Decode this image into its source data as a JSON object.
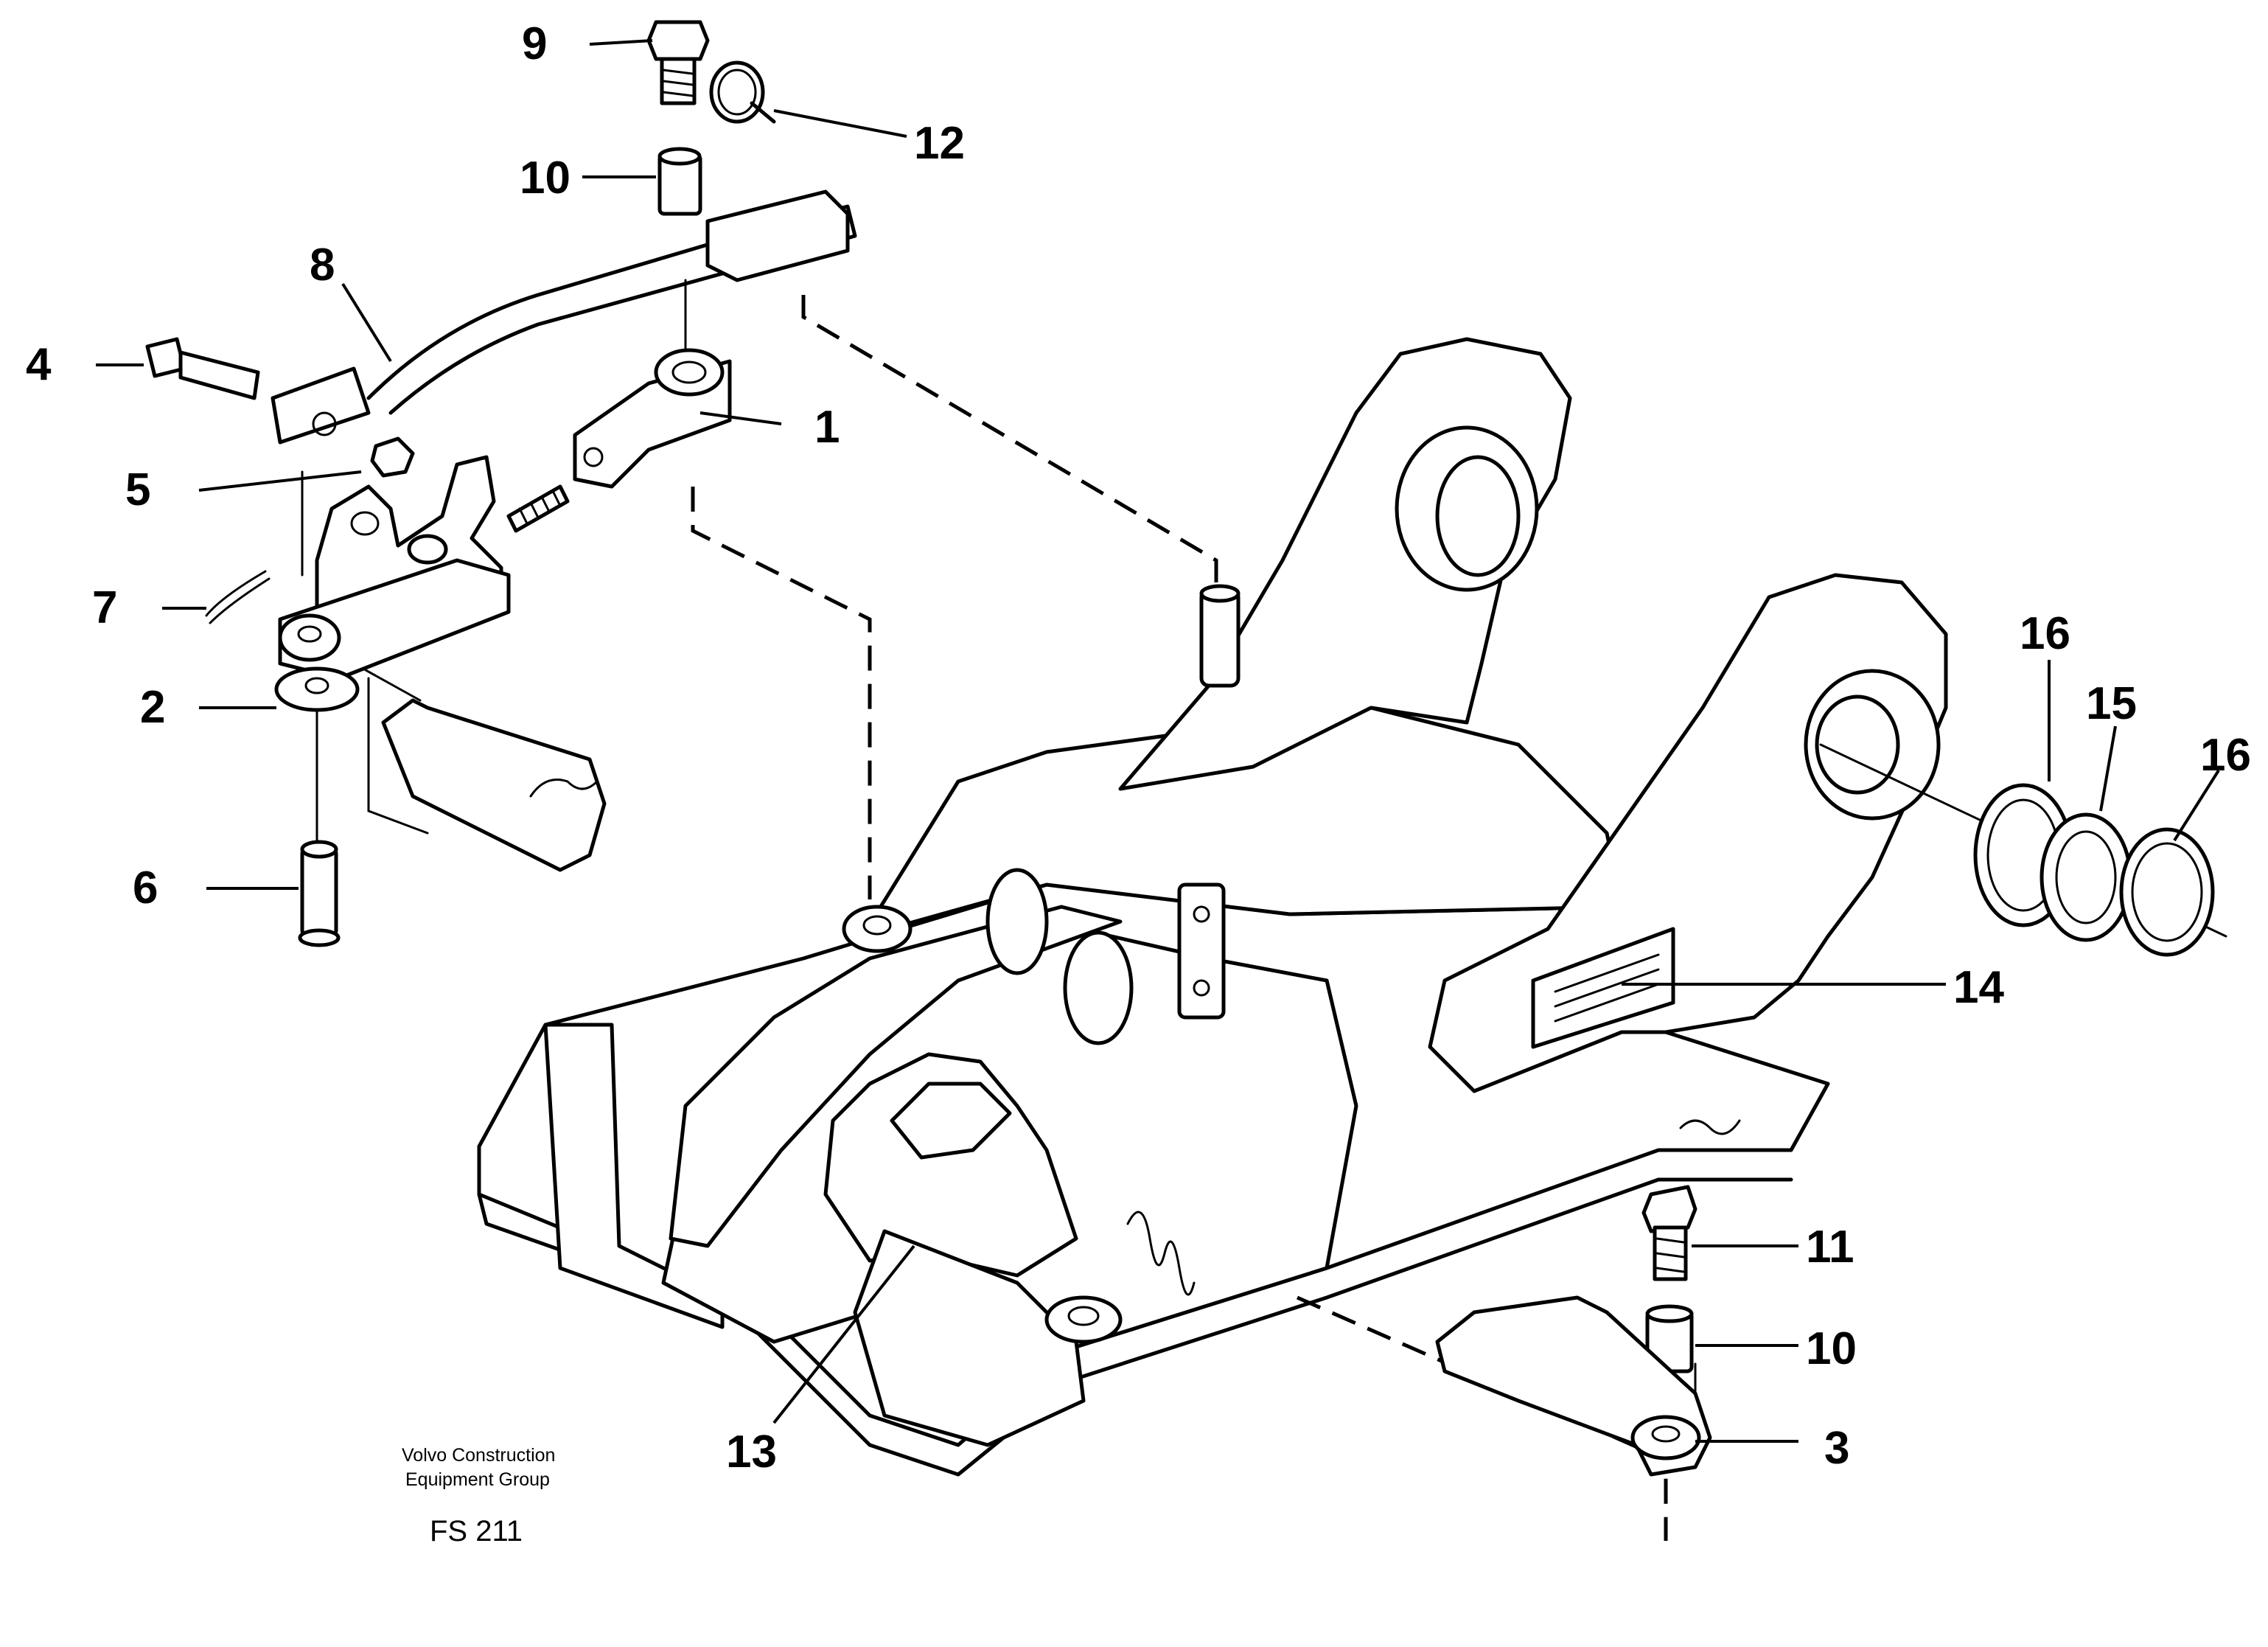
{
  "drawing": {
    "publisher_line1": "Volvo Construction",
    "publisher_line2": "Equipment Group",
    "figure_id": "FS 211"
  },
  "callouts": [
    {
      "key": "c1",
      "label": "1"
    },
    {
      "key": "c2",
      "label": "2"
    },
    {
      "key": "c3",
      "label": "3"
    },
    {
      "key": "c4",
      "label": "4"
    },
    {
      "key": "c5",
      "label": "5"
    },
    {
      "key": "c6",
      "label": "6"
    },
    {
      "key": "c7",
      "label": "7"
    },
    {
      "key": "c8",
      "label": "8"
    },
    {
      "key": "c9",
      "label": "9"
    },
    {
      "key": "c10a",
      "label": "10"
    },
    {
      "key": "c10b",
      "label": "10"
    },
    {
      "key": "c11",
      "label": "11"
    },
    {
      "key": "c12",
      "label": "12"
    },
    {
      "key": "c13",
      "label": "13"
    },
    {
      "key": "c14",
      "label": "14"
    },
    {
      "key": "c15",
      "label": "15"
    },
    {
      "key": "c16a",
      "label": "16"
    },
    {
      "key": "c16b",
      "label": "16"
    }
  ]
}
